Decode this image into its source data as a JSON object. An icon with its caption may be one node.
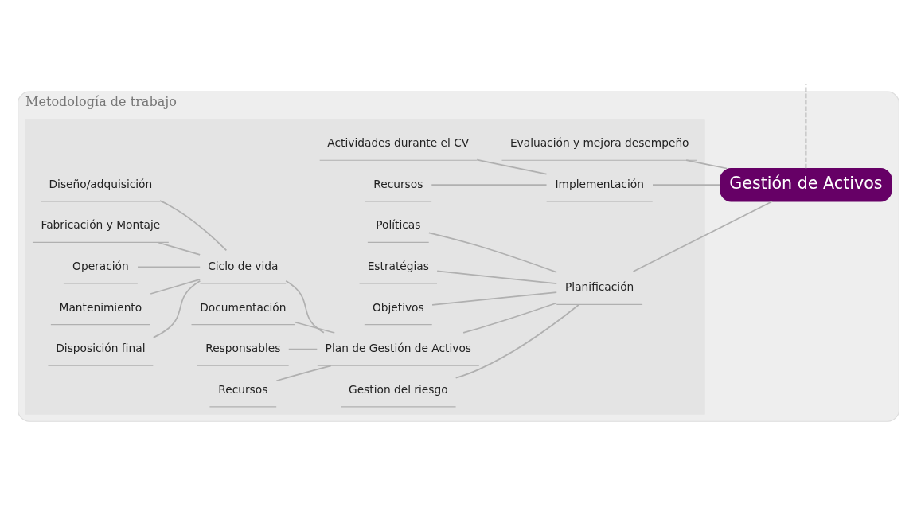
{
  "diagram": {
    "nodes": [
      {
        "text": [
          "Metodología de trabajo"
        ]
      },
      {
        "text": [],
        "shape": "box",
        "in": 0
      },
      {
        "text": [
          "Gestión de Activos"
        ],
        "in": 0
      },
      {
        "text": [
          "Planificación"
        ],
        "in": 1
      },
      {
        "text": [
          "Políticas"
        ],
        "in": 1
      },
      {
        "text": [
          "Estratégias"
        ],
        "in": 1
      },
      {
        "text": [
          "Objetivos"
        ],
        "in": 1
      },
      {
        "text": [
          "Plan de Gestión de Activos"
        ],
        "in": 1
      },
      {
        "text": [
          "Ciclo de vida"
        ],
        "in": 1
      },
      {
        "text": [
          "Diseño/adquisición"
        ],
        "in": 1
      },
      {
        "text": [
          "Fabricación y Montaje"
        ],
        "in": 1
      },
      {
        "text": [
          "Operación"
        ],
        "in": 1
      },
      {
        "text": [
          "Mantenimiento"
        ],
        "in": 1
      },
      {
        "text": [
          "Disposición final"
        ],
        "in": 1
      },
      {
        "text": [
          "Documentación"
        ],
        "in": 1
      },
      {
        "text": [
          "Responsables"
        ],
        "in": 1
      },
      {
        "text": [
          "Recursos"
        ],
        "in": 1
      },
      {
        "text": [
          "Gestion del riesgo"
        ],
        "in": 1
      },
      {
        "text": [
          "Implementación"
        ],
        "in": 1
      },
      {
        "text": [
          "Actividades durante el CV"
        ],
        "in": 1
      },
      {
        "text": [
          "Recursos"
        ],
        "in": 1
      },
      {
        "text": [
          "Evaluación y mejora desempeño"
        ],
        "in": 1
      }
    ],
    "edges": [
      {
        "from": 2,
        "to": 3,
        "arrow": "none"
      },
      {
        "from": 3,
        "to": 4,
        "arrow": "none"
      },
      {
        "from": 3,
        "to": 5,
        "arrow": "none"
      },
      {
        "from": 3,
        "to": 6,
        "arrow": "none"
      },
      {
        "from": 3,
        "to": 7,
        "arrow": "none"
      },
      {
        "from": 7,
        "to": 8,
        "arrow": "none"
      },
      {
        "from": 8,
        "to": 9,
        "arrow": "none"
      },
      {
        "from": 8,
        "to": 10,
        "arrow": "none"
      },
      {
        "from": 8,
        "to": 11,
        "arrow": "none"
      },
      {
        "from": 8,
        "to": 12,
        "arrow": "none"
      },
      {
        "from": 8,
        "to": 13,
        "arrow": "none"
      },
      {
        "from": 7,
        "to": 14,
        "arrow": "none"
      },
      {
        "from": 7,
        "to": 15,
        "arrow": "none"
      },
      {
        "from": 7,
        "to": 16,
        "arrow": "none"
      },
      {
        "from": 3,
        "to": 17,
        "arrow": "none"
      },
      {
        "from": 2,
        "to": 18,
        "arrow": "none"
      },
      {
        "from": 18,
        "to": 19,
        "arrow": "none"
      },
      {
        "from": 18,
        "to": 20,
        "arrow": "none"
      },
      {
        "from": 2,
        "to": 21,
        "arrow": "none"
      },
      {
        "from": 2,
        "to": null,
        "arrow": "none",
        "style": "dashed",
        "color": "#a0a0a0"
      }
    ]
  }
}
